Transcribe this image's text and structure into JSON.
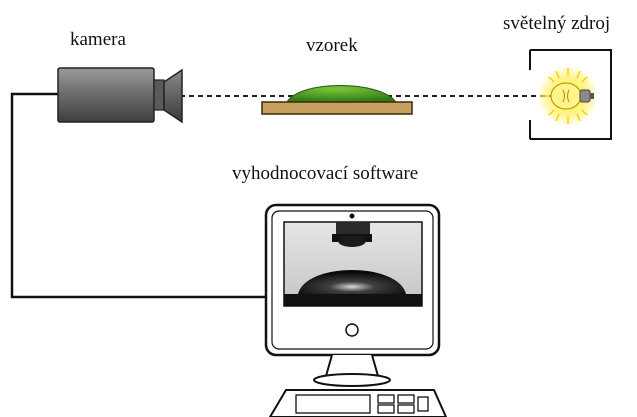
{
  "labels": {
    "camera": "kamera",
    "sample": "vzorek",
    "light_source": "světelný zdroj",
    "software": "vyhodnocovací software"
  },
  "colors": {
    "line": "#111111",
    "camera_body": "#6e6e6e",
    "droplet_green": "#3f9a1e",
    "substrate": "#c8a060",
    "bulb_glow": "#ffe600",
    "screen_bg": "#d9d9d9"
  },
  "icons": [
    "camera-icon",
    "light-bulb-icon",
    "monitor-icon",
    "keyboard-icon"
  ]
}
